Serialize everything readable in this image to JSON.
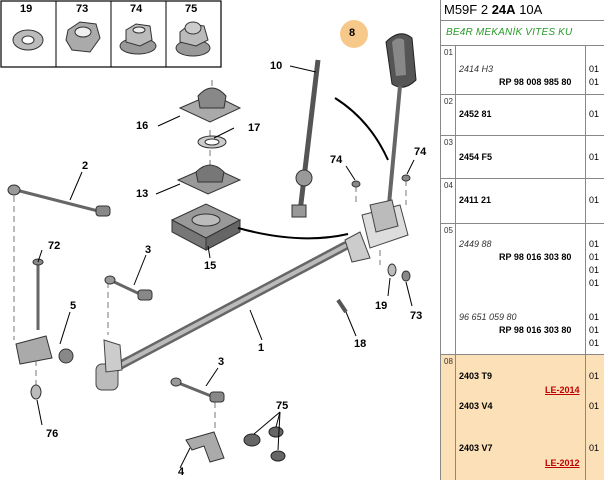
{
  "legend": [
    {
      "num": "19",
      "icon": "washer-icon"
    },
    {
      "num": "73",
      "icon": "hex-nut-icon"
    },
    {
      "num": "74",
      "icon": "flange-nut-icon"
    },
    {
      "num": "75",
      "icon": "cap-nut-icon"
    }
  ],
  "callouts": {
    "c1": "1",
    "c2": "2",
    "c3a": "3",
    "c3b": "3",
    "c4": "4",
    "c5": "5",
    "c8": "8",
    "c10": "10",
    "c13": "13",
    "c15": "15",
    "c16": "16",
    "c17": "17",
    "c18": "18",
    "c19": "19",
    "c72": "72",
    "c73": "73",
    "c74a": "74",
    "c74b": "74",
    "c75": "75",
    "c76": "76"
  },
  "panel": {
    "header_prefix": "M59F 2",
    "header_bold": "24A",
    "header_suffix": "10A",
    "subtitle": "BE4R MEKANİK VITES KU",
    "rows": [
      {
        "idx": "01",
        "ref1": "2414 H3",
        "ref2": "RP 98 008 985 80",
        "q1": "01",
        "q2": "01"
      },
      {
        "idx": "02",
        "ref1": "2452 81",
        "q1": "01"
      },
      {
        "idx": "03",
        "ref1": "2454 F5",
        "q1": "01"
      },
      {
        "idx": "04",
        "ref1": "2411 21",
        "q1": "01"
      },
      {
        "idx": "05",
        "ref1": "2449 88",
        "ref2": "RP 98 016 303 80",
        "ref3": "96 651 059 80",
        "ref4": "RP 98 016 303 80",
        "q": [
          "01",
          "01",
          "01",
          "01",
          "01",
          "01",
          "01"
        ]
      },
      {
        "idx": "08",
        "ref1": "2403 T9",
        "le1": "LE-2014",
        "ref2": "2403 V4",
        "ref3": "2403 V7",
        "le2": "LE-2012",
        "q1": "01",
        "q2": "01",
        "q3": "01"
      }
    ]
  },
  "colors": {
    "highlight": "#fbe0b8",
    "subtitle": "#2a9a2a",
    "le_link": "#c00000",
    "callout_highlight": "#f6c98a"
  }
}
